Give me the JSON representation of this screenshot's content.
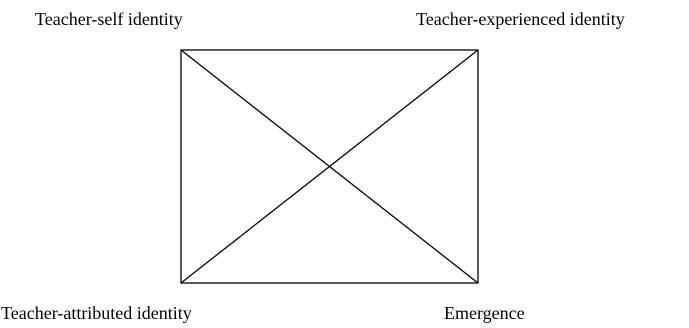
{
  "diagram": {
    "corners": {
      "top_left": "Teacher-self identity",
      "top_right": "Teacher-experienced identity",
      "bottom_left": "Teacher-attributed identity",
      "bottom_right": "Emergence"
    },
    "line_color": "#000000",
    "text_color": "#000000",
    "background": "#ffffff"
  }
}
